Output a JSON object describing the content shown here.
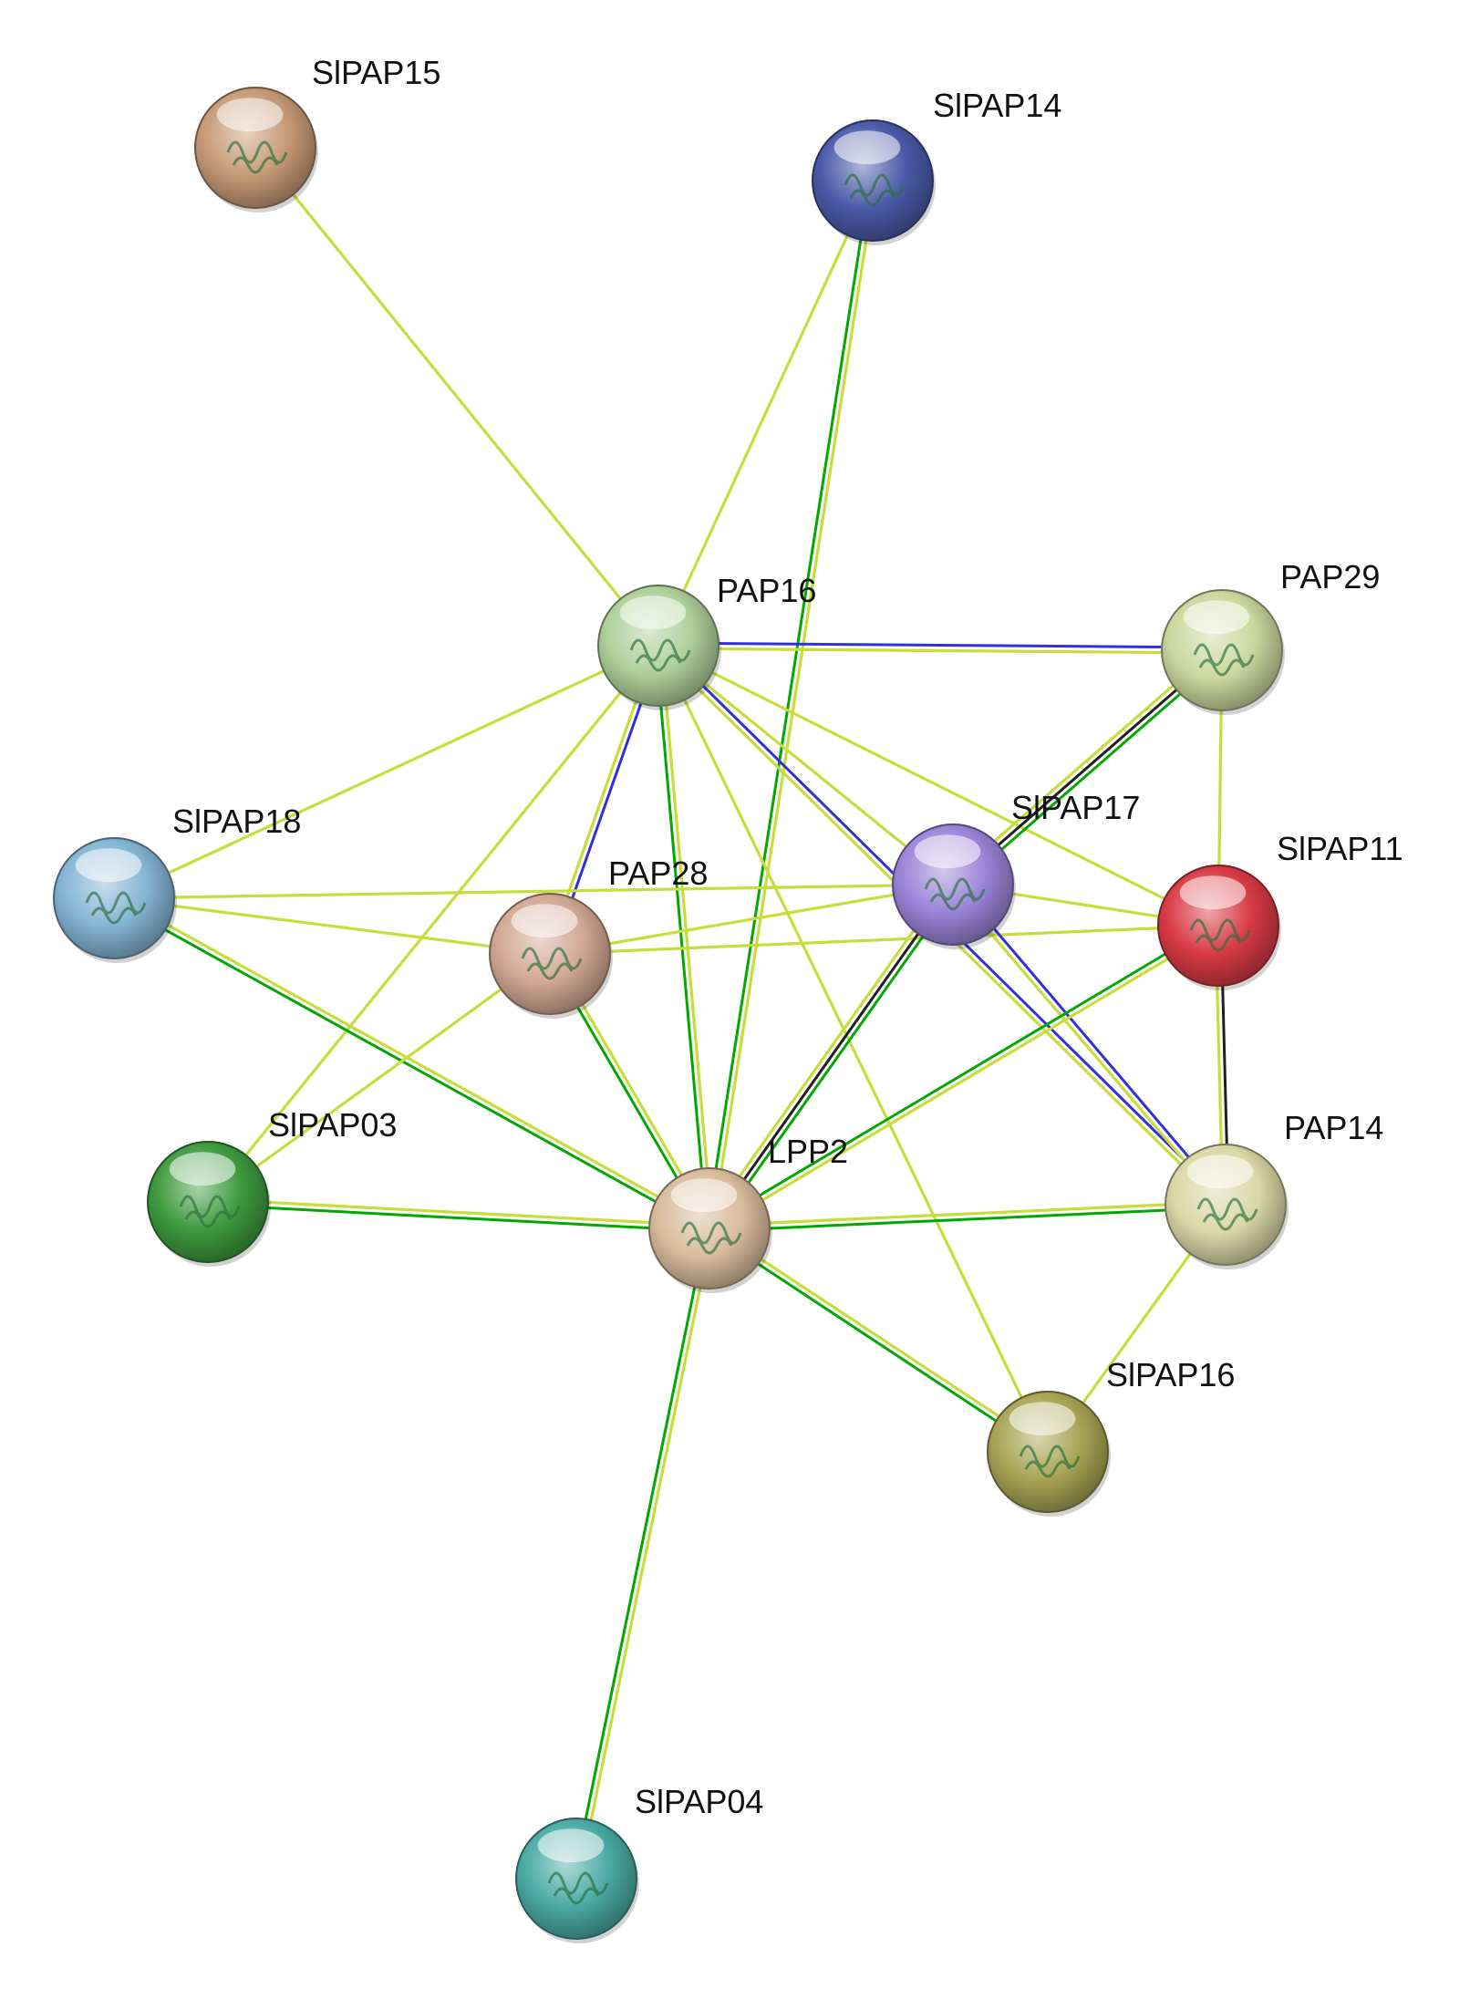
{
  "colors": {
    "coexpression": "#c8dc3c",
    "textmining": "#00a800",
    "database": "#3030e0",
    "experimental": "#202020"
  },
  "nodes": [
    {
      "id": "SlPAP15",
      "label": "SlPAP15",
      "color": "#c79a76"
    },
    {
      "id": "SlPAP14",
      "label": "SlPAP14",
      "color": "#4a5aa8"
    },
    {
      "id": "PAP16",
      "label": "PAP16",
      "color": "#aed09a"
    },
    {
      "id": "PAP29",
      "label": "PAP29",
      "color": "#cbd79e"
    },
    {
      "id": "SlPAP18",
      "label": "SlPAP18",
      "color": "#84b4d4"
    },
    {
      "id": "PAP28",
      "label": "PAP28",
      "color": "#d2a894"
    },
    {
      "id": "SlPAP17",
      "label": "SlPAP17",
      "color": "#9a84d8"
    },
    {
      "id": "SlPAP11",
      "label": "SlPAP11",
      "color": "#d83a44"
    },
    {
      "id": "SlPAP03",
      "label": "SlPAP03",
      "color": "#3e9a3e"
    },
    {
      "id": "LPP2",
      "label": "LPP2",
      "color": "#d8bc9c"
    },
    {
      "id": "PAP14",
      "label": "PAP14",
      "color": "#dad8a6"
    },
    {
      "id": "SlPAP16",
      "label": "SlPAP16",
      "color": "#a8a454"
    },
    {
      "id": "SlPAP04",
      "label": "SlPAP04",
      "color": "#4aaaa4"
    }
  ],
  "edges": [
    {
      "source": "SlPAP15",
      "target": "PAP16",
      "types": [
        "coexpression"
      ]
    },
    {
      "source": "SlPAP14",
      "target": "PAP16",
      "types": [
        "coexpression"
      ]
    },
    {
      "source": "SlPAP14",
      "target": "LPP2",
      "types": [
        "coexpression",
        "textmining"
      ]
    },
    {
      "source": "PAP16",
      "target": "PAP29",
      "types": [
        "database",
        "coexpression"
      ]
    },
    {
      "source": "PAP16",
      "target": "SlPAP18",
      "types": [
        "coexpression"
      ]
    },
    {
      "source": "PAP16",
      "target": "PAP28",
      "types": [
        "database",
        "coexpression"
      ]
    },
    {
      "source": "PAP16",
      "target": "SlPAP17",
      "types": [
        "coexpression"
      ]
    },
    {
      "source": "PAP16",
      "target": "SlPAP11",
      "types": [
        "coexpression"
      ]
    },
    {
      "source": "PAP16",
      "target": "PAP14",
      "types": [
        "database",
        "coexpression"
      ]
    },
    {
      "source": "PAP16",
      "target": "LPP2",
      "types": [
        "coexpression",
        "textmining"
      ]
    },
    {
      "source": "PAP16",
      "target": "SlPAP03",
      "types": [
        "coexpression"
      ]
    },
    {
      "source": "PAP16",
      "target": "SlPAP16",
      "types": [
        "coexpression"
      ]
    },
    {
      "source": "PAP29",
      "target": "SlPAP17",
      "types": [
        "textmining",
        "experimental",
        "coexpression"
      ]
    },
    {
      "source": "PAP29",
      "target": "SlPAP11",
      "types": [
        "coexpression"
      ]
    },
    {
      "source": "SlPAP18",
      "target": "PAP28",
      "types": [
        "coexpression"
      ]
    },
    {
      "source": "SlPAP18",
      "target": "SlPAP17",
      "types": [
        "coexpression"
      ]
    },
    {
      "source": "SlPAP18",
      "target": "LPP2",
      "types": [
        "coexpression",
        "textmining"
      ]
    },
    {
      "source": "PAP28",
      "target": "SlPAP17",
      "types": [
        "coexpression"
      ]
    },
    {
      "source": "PAP28",
      "target": "SlPAP11",
      "types": [
        "coexpression"
      ]
    },
    {
      "source": "PAP28",
      "target": "LPP2",
      "types": [
        "coexpression",
        "textmining"
      ]
    },
    {
      "source": "PAP28",
      "target": "SlPAP03",
      "types": [
        "coexpression"
      ]
    },
    {
      "source": "SlPAP17",
      "target": "LPP2",
      "types": [
        "textmining",
        "experimental",
        "coexpression"
      ]
    },
    {
      "source": "SlPAP17",
      "target": "PAP14",
      "types": [
        "database",
        "coexpression"
      ]
    },
    {
      "source": "SlPAP17",
      "target": "SlPAP11",
      "types": [
        "coexpression"
      ]
    },
    {
      "source": "SlPAP11",
      "target": "PAP14",
      "types": [
        "experimental",
        "coexpression"
      ]
    },
    {
      "source": "SlPAP11",
      "target": "LPP2",
      "types": [
        "coexpression",
        "textmining"
      ]
    },
    {
      "source": "SlPAP03",
      "target": "LPP2",
      "types": [
        "coexpression",
        "textmining"
      ]
    },
    {
      "source": "LPP2",
      "target": "PAP14",
      "types": [
        "coexpression",
        "textmining"
      ]
    },
    {
      "source": "LPP2",
      "target": "SlPAP16",
      "types": [
        "coexpression",
        "textmining"
      ]
    },
    {
      "source": "LPP2",
      "target": "SlPAP04",
      "types": [
        "coexpression",
        "textmining"
      ]
    },
    {
      "source": "PAP14",
      "target": "SlPAP16",
      "types": [
        "coexpression"
      ]
    }
  ]
}
